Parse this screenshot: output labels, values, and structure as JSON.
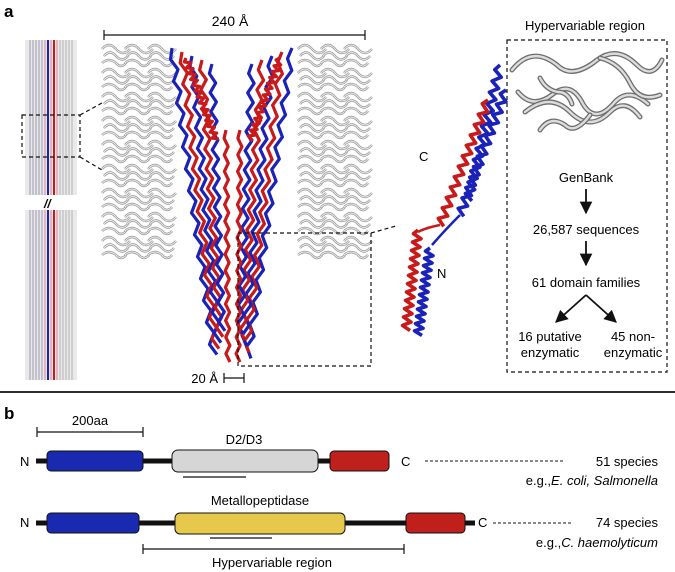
{
  "panel_a": {
    "label": "a",
    "scale_top": "240 Å",
    "scale_bottom": "20 Å",
    "region_title": "Hypervariable region",
    "helix_c": "C",
    "helix_n": "N",
    "flow": {
      "step1": "GenBank",
      "step2": "26,587 sequences",
      "step3": "61 domain families",
      "left_line1": "16 putative",
      "left_line2": "enzymatic",
      "right_line1": "45 non-",
      "right_line2": "enzymatic"
    },
    "colors": {
      "blue": "#1a22b8",
      "red": "#c81a1a",
      "grey": "#bdbdbd",
      "pink": "#e6a6b6"
    }
  },
  "panel_b": {
    "label": "b",
    "scale": "200aa",
    "row1": {
      "n": "N",
      "c": "C",
      "domain": "D2/D3",
      "count": "51 species",
      "example_prefix": "e.g.,",
      "example": "E. coli, Salmonella"
    },
    "row2": {
      "n": "N",
      "c": "C",
      "domain": "Metallopeptidase",
      "count": "74 species",
      "example_prefix": "e.g.,",
      "example": "C. haemolyticum"
    },
    "region_label": "Hypervariable region",
    "colors": {
      "blue": "#1a2ab0",
      "red": "#c0201c",
      "grey": "#d6d6d6",
      "yellow": "#e6c84a"
    }
  }
}
